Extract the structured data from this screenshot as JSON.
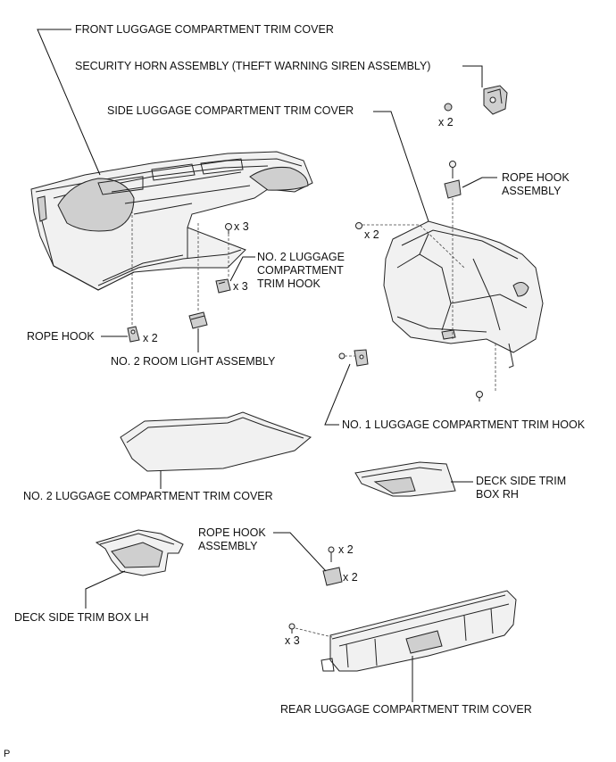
{
  "labels": {
    "front_trim_cover": "FRONT LUGGAGE COMPARTMENT TRIM COVER",
    "security_horn": "SECURITY HORN ASSEMBLY (THEFT WARNING SIREN ASSEMBLY)",
    "side_trim_cover": "SIDE LUGGAGE COMPARTMENT TRIM COVER",
    "rope_hook_assembly_top": [
      "ROPE HOOK",
      "ASSEMBLY"
    ],
    "no2_trim_hook": [
      "NO. 2 LUGGAGE",
      "COMPARTMENT",
      "TRIM HOOK"
    ],
    "rope_hook": "ROPE HOOK",
    "no2_room_light": "NO. 2 ROOM LIGHT ASSEMBLY",
    "no1_trim_hook": "NO. 1 LUGGAGE COMPARTMENT TRIM HOOK",
    "no2_trim_cover": "NO. 2 LUGGAGE COMPARTMENT TRIM COVER",
    "deck_side_rh": [
      "DECK SIDE TRIM",
      "BOX RH"
    ],
    "rope_hook_assembly_bottom": [
      "ROPE HOOK",
      "ASSEMBLY"
    ],
    "deck_side_lh": "DECK SIDE TRIM BOX LH",
    "rear_trim_cover": "REAR LUGGAGE COMPARTMENT TRIM COVER",
    "corner_mark": "P"
  },
  "quantities": {
    "horn_x2": "x 2",
    "clip_x3_top": "x 3",
    "trim_hook_x3": "x 3",
    "rope_hook_x2": "x 2",
    "side_clip_x2": "x 2",
    "bolt_x2": "x 2",
    "bracket_x2": "x 2",
    "rear_clip_x3": "x 3"
  }
}
